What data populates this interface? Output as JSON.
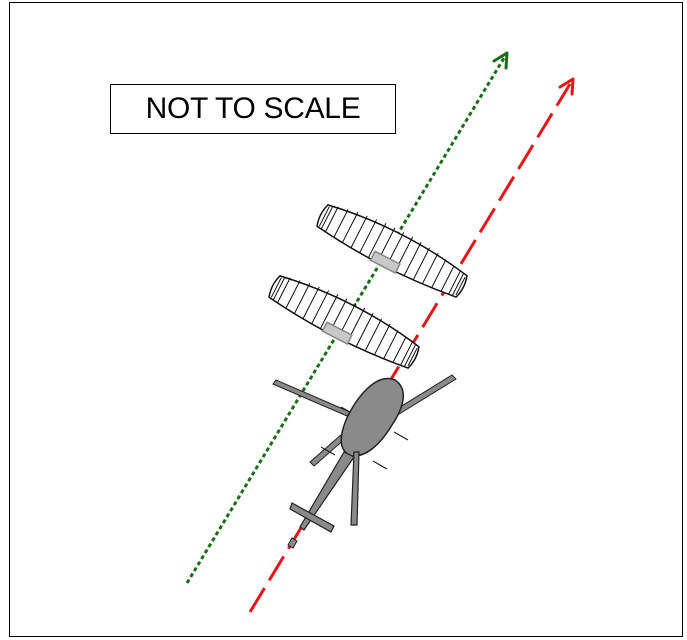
{
  "diagram": {
    "note_label": "NOT TO SCALE",
    "paths": [
      {
        "name": "green",
        "color": "#1a6e1a",
        "style": "dotted"
      },
      {
        "name": "red",
        "color": "#e8141a",
        "style": "long-dash"
      }
    ],
    "colors": {
      "frame": "#000000",
      "helicopter_fill": "#8a8a8a",
      "helicopter_stroke": "#222222",
      "clamp_fill": "#c8c8c8",
      "clamp_stroke": "#888888",
      "canopy_fill": "#ffffff",
      "canopy_stroke": "#111111"
    },
    "icons": [
      "helicopter-icon",
      "canopy-icon",
      "arrowhead-icon"
    ]
  }
}
